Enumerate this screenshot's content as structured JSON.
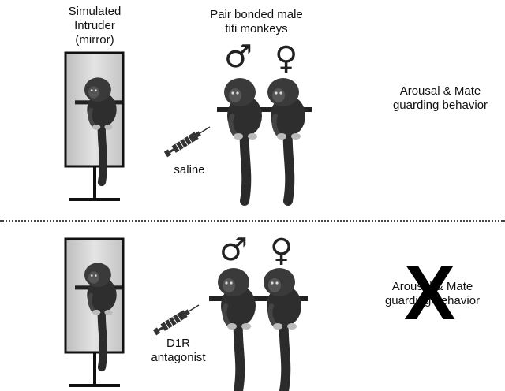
{
  "top": {
    "mirror_label": [
      "Simulated",
      "Intruder",
      "(mirror)"
    ],
    "pair_label": [
      "Pair bonded male",
      "titi monkeys"
    ],
    "male_symbol": "♂",
    "female_symbol": "♀",
    "drug_label": "saline",
    "outcome_label": [
      "Arousal & Mate",
      "guarding behavior"
    ]
  },
  "bottom": {
    "male_symbol": "♂",
    "female_symbol": "♀",
    "drug_label": [
      "D1R",
      "antagonist"
    ],
    "outcome_label": [
      "Arousal & Mate",
      "guarding behavior"
    ],
    "blocked_mark": "X"
  }
}
